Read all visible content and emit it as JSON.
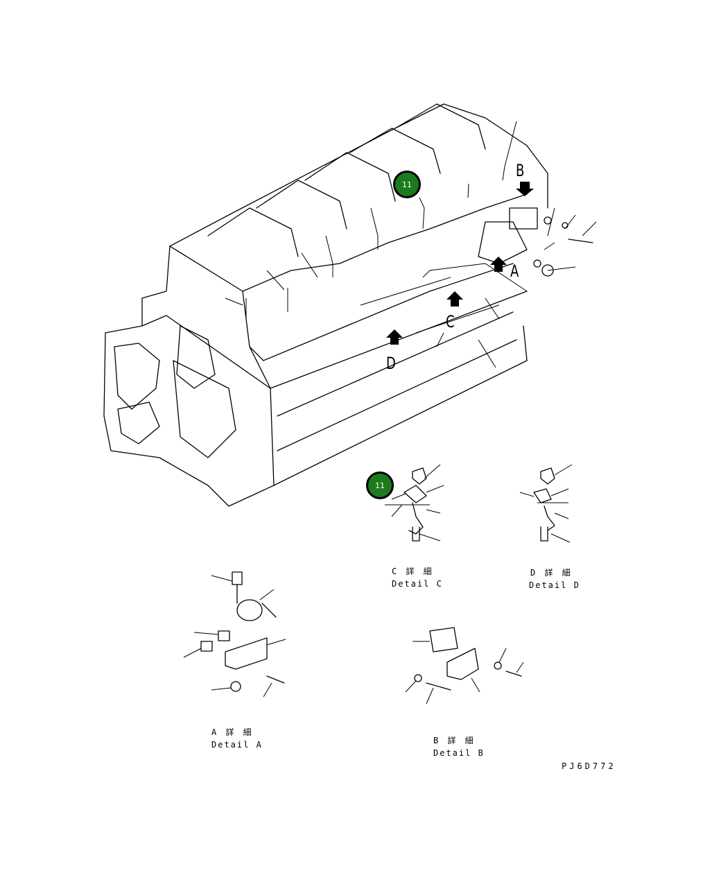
{
  "callouts": [
    {
      "id": "callout-11-main",
      "label": "11"
    },
    {
      "id": "callout-11-detail-c",
      "label": "11"
    }
  ],
  "view_letters": {
    "a": "A",
    "b": "B",
    "c": "C",
    "d": "D"
  },
  "details": {
    "a": {
      "jp": "A 詳 細",
      "en": "Detail A"
    },
    "b": {
      "jp": "B 詳 細",
      "en": "Detail B"
    },
    "c": {
      "jp": "C 詳 細",
      "en": "Detail C"
    },
    "d": {
      "jp": "D 詳 細",
      "en": "Detail D"
    }
  },
  "drawing_ref": "PJ6D772",
  "colors": {
    "callout_fill": "#1d7a1d",
    "ink": "#000000"
  }
}
